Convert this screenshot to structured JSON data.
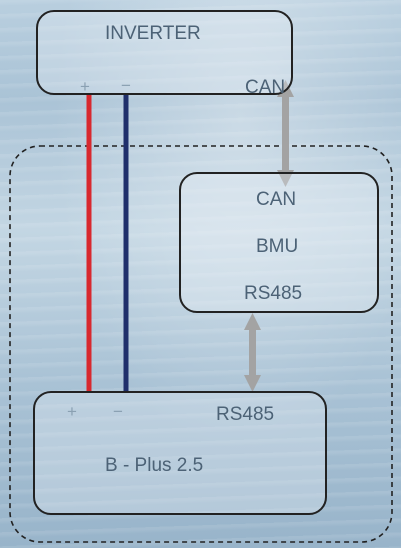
{
  "inverter": {
    "title": "INVERTER",
    "plus": "+",
    "minus": "−",
    "can": "CAN"
  },
  "bmu": {
    "can": "CAN",
    "title": "BMU",
    "rs485": "RS485"
  },
  "battery": {
    "plus": "+",
    "minus": "−",
    "rs485": "RS485",
    "title": "B - Plus 2.5"
  },
  "colors": {
    "positive_wire": "#d8282e",
    "negative_wire": "#1f2f6b",
    "data_arrow": "#a3a3a3",
    "border": "#222222"
  }
}
